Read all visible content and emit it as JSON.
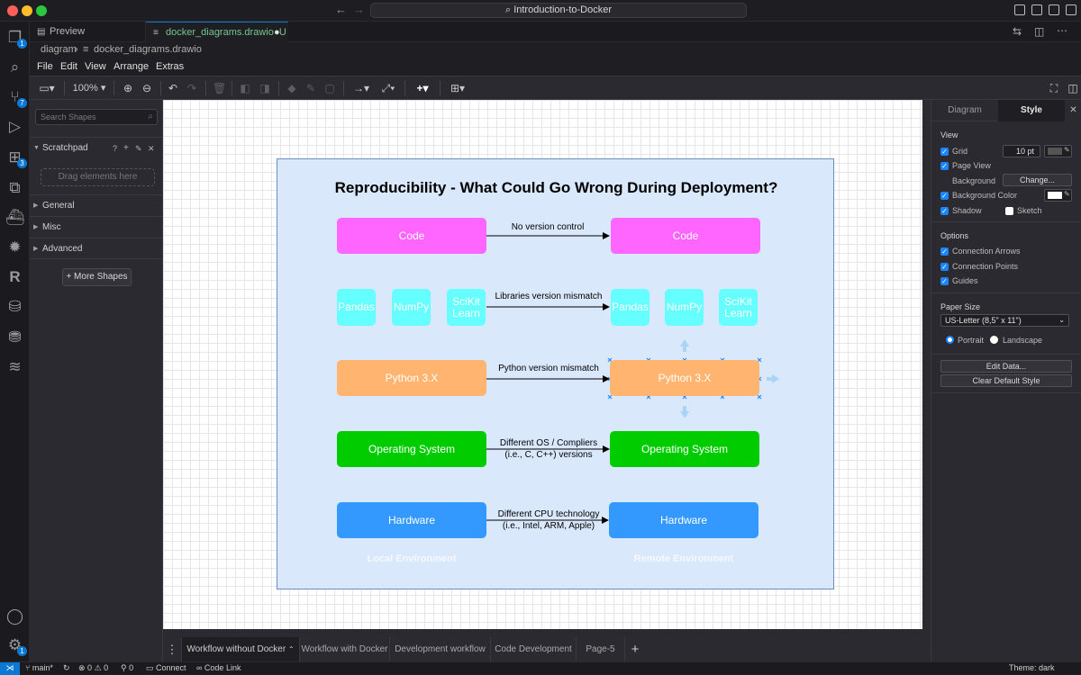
{
  "window": {
    "search_text": "Introduction-to-Docker"
  },
  "activity": {
    "explorer_badge": "1",
    "scm_badge": "7",
    "extensions_badge": "3",
    "settings_badge": "1"
  },
  "tabs": [
    {
      "label": "Preview README.md"
    },
    {
      "label": "docker_diagrams.drawio",
      "status": "U"
    }
  ],
  "breadcrumb": {
    "folder": "diagram",
    "file": "docker_diagrams.drawio"
  },
  "menu": [
    "File",
    "Edit",
    "View",
    "Arrange",
    "Extras"
  ],
  "toolbar": {
    "zoom": "100%"
  },
  "shapes": {
    "search_placeholder": "Search Shapes",
    "scratchpad": "Scratchpad",
    "drag_hint": "Drag elements here",
    "sections": [
      "General",
      "Misc",
      "Advanced"
    ],
    "more_shapes": "+ More Shapes"
  },
  "diagram": {
    "title": "Reproducibility - What Could Go Wrong During Deployment?",
    "rows": [
      {
        "left": "Code",
        "right": "Code",
        "label1": "No version control",
        "label2": ""
      },
      {
        "left": [
          "Pandas",
          "NumPy",
          "SciKit Learn"
        ],
        "right": [
          "Pandas",
          "NumPy",
          "SciKit Learn"
        ],
        "label1": "Libraries version mismatch"
      },
      {
        "left": "Python 3.X",
        "right": "Python 3.X",
        "label1": "Python version mismatch"
      },
      {
        "left": "Operating System",
        "right": "Operating System",
        "label1": "Different OS / Compliers",
        "label2": "(i.e., C, C++) versions"
      },
      {
        "left": "Hardware",
        "right": "Hardware",
        "label1": "Different CPU technology",
        "label2": "(i.e., Intel, ARM, Apple)"
      }
    ],
    "env_left": "Local Environment",
    "env_right": "Remote Environment",
    "colors": {
      "code": "#ff66ff",
      "libs": "#66ffff",
      "python": "#ffb570",
      "os": "#00cc00",
      "hardware": "#3399ff",
      "page": "#dae8fc"
    }
  },
  "format": {
    "tab_diagram": "Diagram",
    "tab_style": "Style",
    "view_header": "View",
    "grid": "Grid",
    "grid_size": "10 pt",
    "page_view": "Page View",
    "background": "Background",
    "change": "Change...",
    "background_color": "Background Color",
    "shadow": "Shadow",
    "sketch": "Sketch",
    "options_header": "Options",
    "connection_arrows": "Connection Arrows",
    "connection_points": "Connection Points",
    "guides": "Guides",
    "paper_header": "Paper Size",
    "paper_size": "US-Letter (8,5\" x 11\")",
    "portrait": "Portrait",
    "landscape": "Landscape",
    "edit_data": "Edit Data...",
    "clear_default": "Clear Default Style"
  },
  "pages": [
    "Workflow without Docker",
    "Workflow with Docker",
    "Development workflow",
    "Code Development",
    "Page-5"
  ],
  "status": {
    "branch": "main*",
    "errors": "0",
    "warnings": "0",
    "ports": "0",
    "connect": "Connect",
    "code_link": "Code Link",
    "theme": "Theme: dark"
  }
}
